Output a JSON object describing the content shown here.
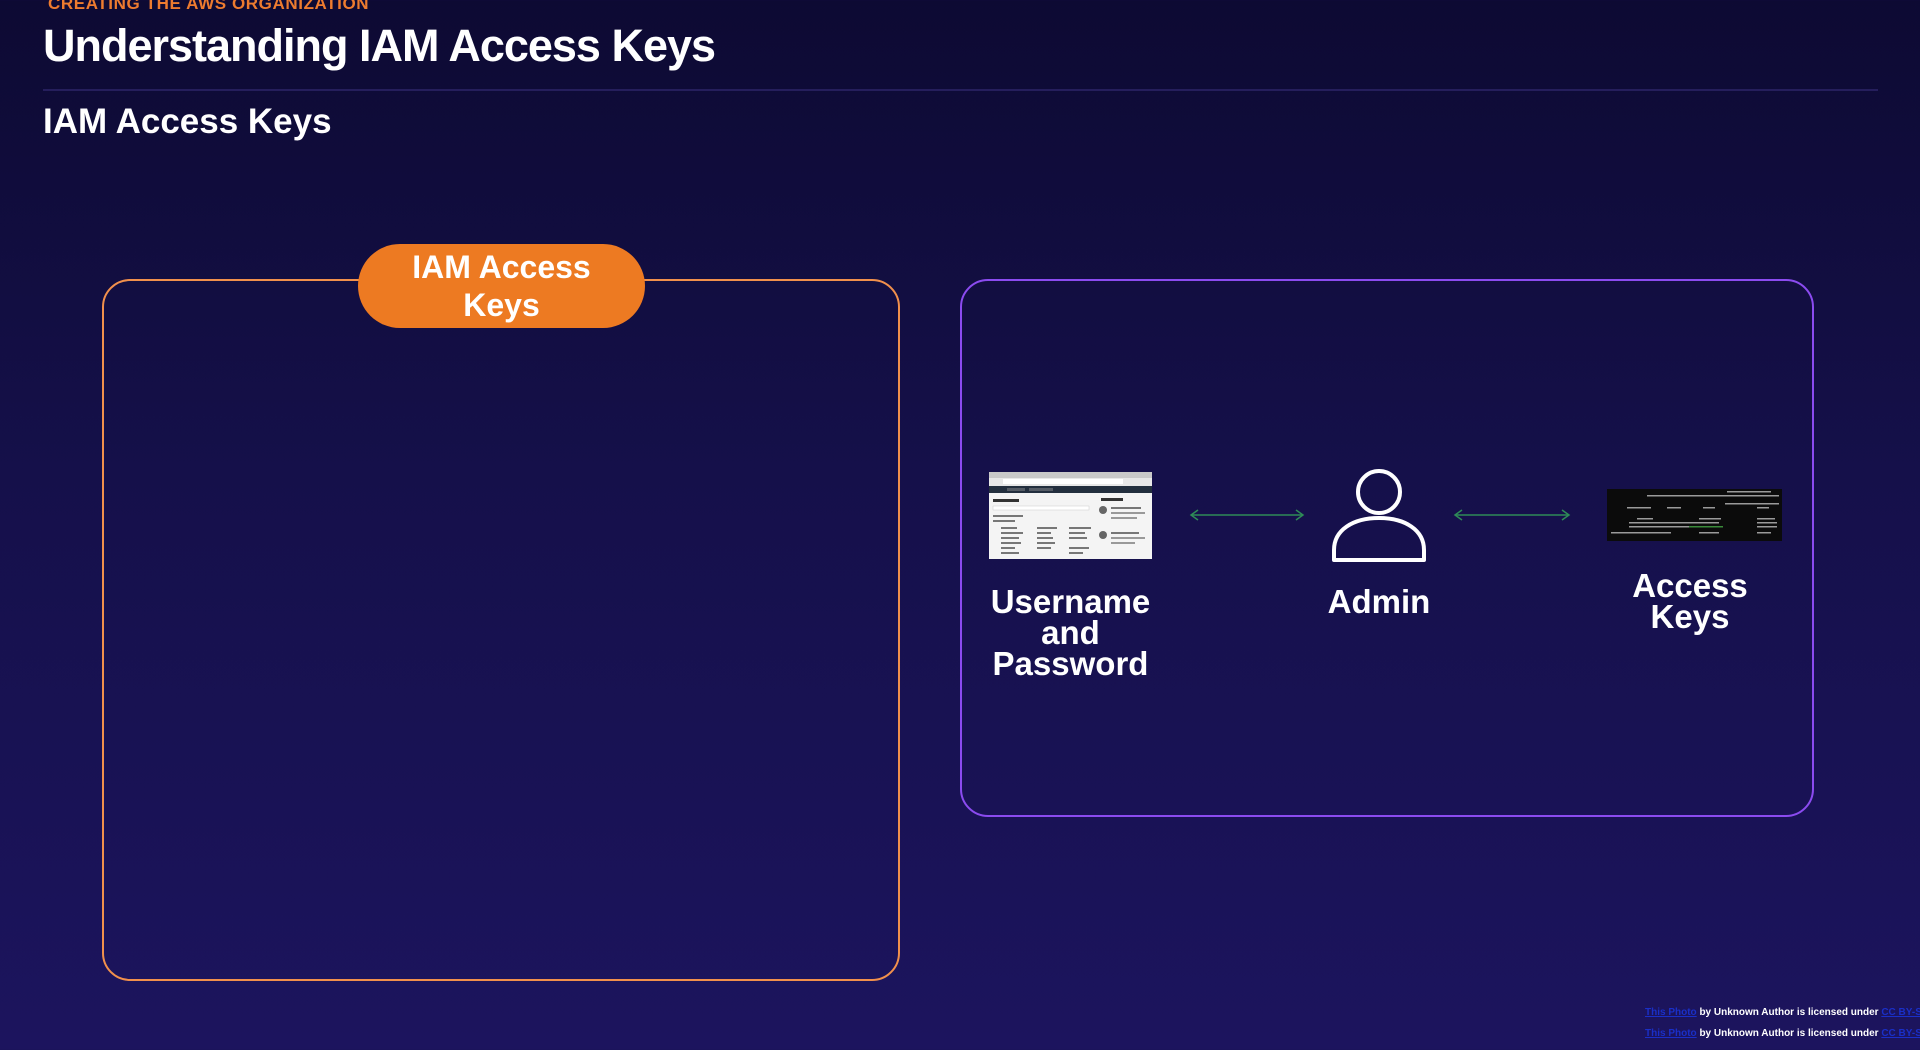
{
  "slide": {
    "eyebrow": "CREATING THE AWS ORGANIZATION",
    "title": "Understanding IAM Access Keys",
    "section_heading": "IAM Access Keys"
  },
  "left_panel": {
    "pill_label": "IAM Access Keys"
  },
  "right_panel": {
    "nodes": [
      {
        "label": "Username and Password",
        "icon": "console-screenshot"
      },
      {
        "label": "Admin",
        "icon": "user-icon"
      },
      {
        "label": "Access Keys",
        "icon": "terminal-screenshot"
      }
    ],
    "connectors": [
      "double-arrow",
      "double-arrow"
    ]
  },
  "attribution": {
    "credit_text": "by Unknown Author is licensed under",
    "lines": 2
  },
  "colors": {
    "accent_orange": "#ed7a22",
    "panel_orange_border": "#f1904c",
    "panel_purple_border": "#8b4bf0",
    "arrow_green": "#2e8b57",
    "eyebrow_orange": "#ed7b2f"
  }
}
